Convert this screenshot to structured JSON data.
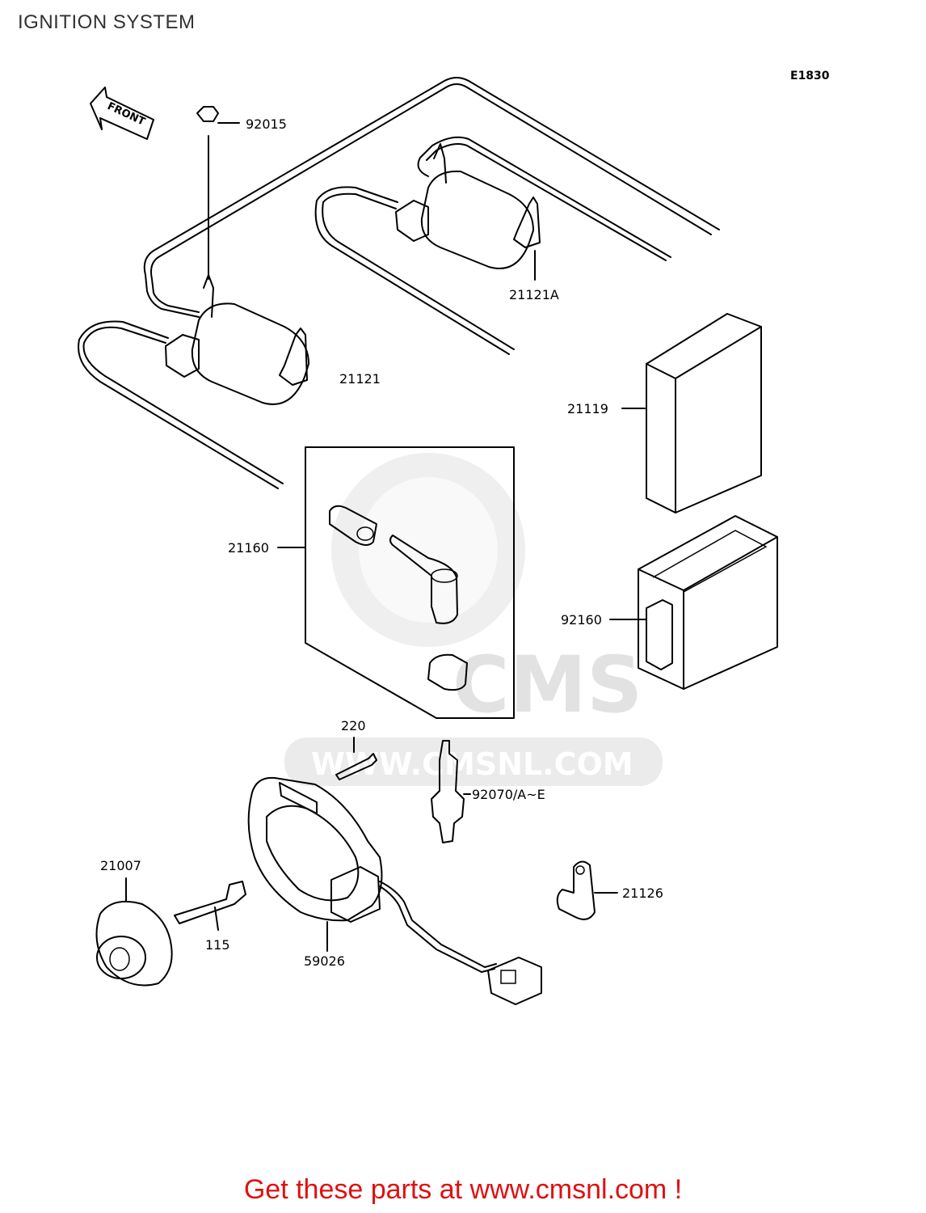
{
  "title": "IGNITION SYSTEM",
  "diagram_code": "E1830",
  "front_marker": "FRONT",
  "watermark": {
    "brand": "CMS",
    "url": "WWW.CMSNL.COM"
  },
  "parts": {
    "p92015": "92015",
    "p21121A": "21121A",
    "p21121": "21121",
    "p21119": "21119",
    "p21160": "21160",
    "p92160": "92160",
    "p220": "220",
    "p92070": "92070/A~E",
    "p21007": "21007",
    "p115": "115",
    "p59026": "59026",
    "p21126": "21126"
  },
  "footer": "Get these parts at www.cmsnl.com !"
}
